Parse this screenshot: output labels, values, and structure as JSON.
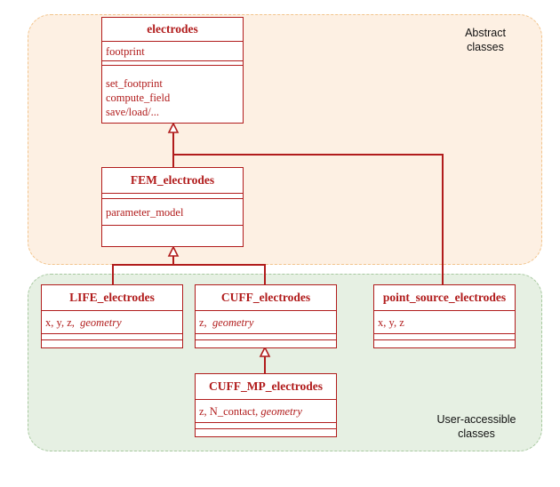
{
  "regions": {
    "abstract": {
      "label_line1": "Abstract",
      "label_line2": "classes"
    },
    "user": {
      "label_line1": "User-accessible",
      "label_line2": "classes"
    }
  },
  "classes": {
    "electrodes": {
      "name": "electrodes",
      "attributes": "footprint",
      "methods": [
        "set_footprint",
        "compute_field",
        "save/load/..."
      ]
    },
    "fem": {
      "name": "FEM_electrodes",
      "attributes": "parameter_model"
    },
    "life": {
      "name": "LIFE_electrodes",
      "attr_plain": "x, y, z,",
      "attr_italic": "geometry"
    },
    "cuff": {
      "name": "CUFF_electrodes",
      "attr_plain": "z,",
      "attr_italic": "geometry"
    },
    "point_source": {
      "name": "point_source_electrodes",
      "attributes": "x, y, z"
    },
    "cuff_mp": {
      "name": "CUFF_MP_electrodes",
      "attr_plain": "z, N_contact,",
      "attr_italic": "geometry"
    }
  },
  "colors": {
    "class_border": "#b11c1c",
    "abstract_region_fill": "#fdf0e3",
    "user_region_fill": "#e6f0e3"
  }
}
